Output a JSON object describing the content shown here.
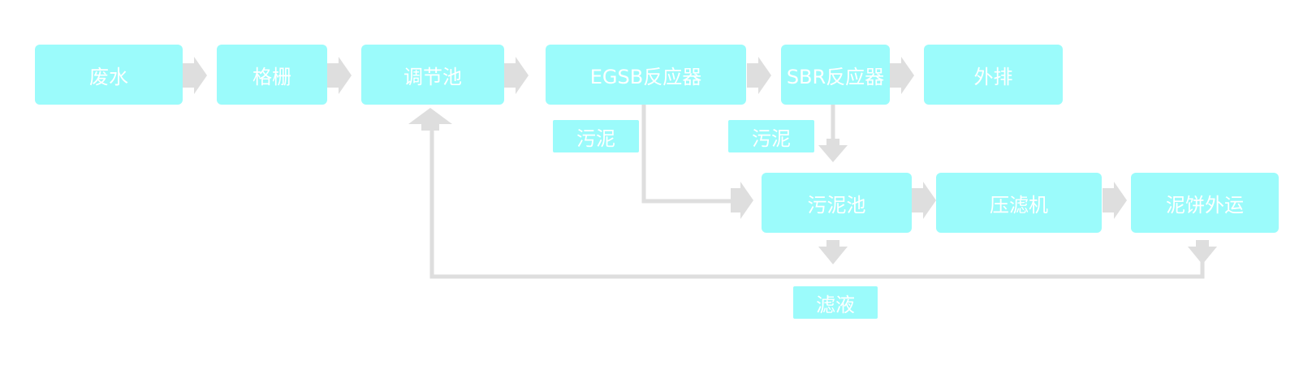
{
  "nodes": {
    "wastewater": "废水",
    "screen": "格栅",
    "equalization_tank": "调节池",
    "egsb_reactor": "EGSB反应器",
    "sbr_reactor": "SBR反应器",
    "discharge": "外排",
    "sludge_tank": "污泥池",
    "filter_press": "压滤机",
    "cake_removal": "泥饼外运"
  },
  "labels": {
    "sludge_from_egsb": "污泥",
    "sludge_from_sbr": "污泥",
    "filtrate": "滤液"
  },
  "colors": {
    "box": "#9bfbfb",
    "arrow": "#dedede",
    "text": "#ffffff"
  }
}
